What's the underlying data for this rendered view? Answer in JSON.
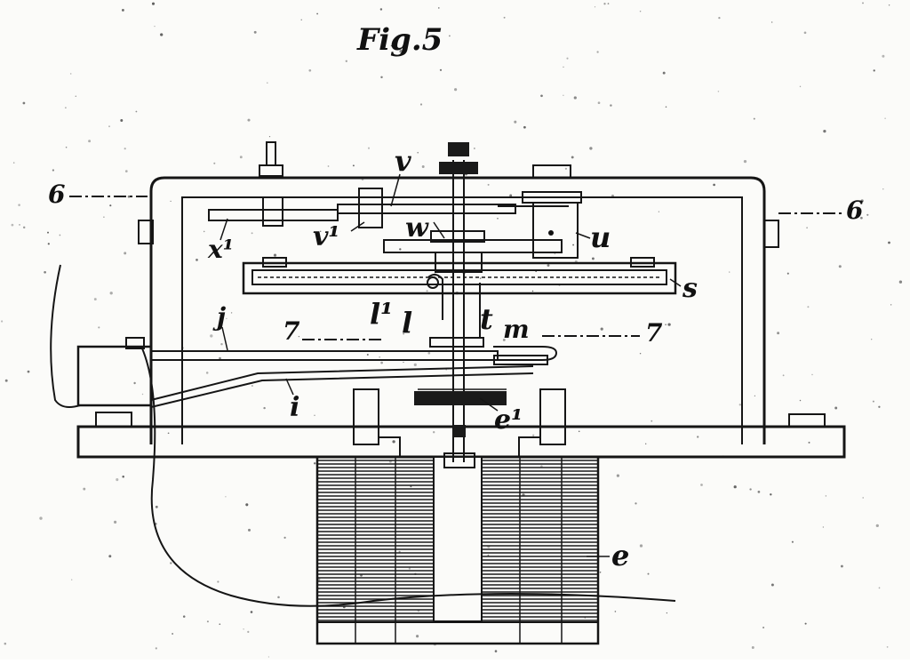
{
  "figure": {
    "title": "Fig.5",
    "labels": {
      "six_left": "6",
      "six_right": "6",
      "v": "v",
      "x1": "x¹",
      "v1": "v¹",
      "w": "w",
      "u": "u",
      "s": "s",
      "l1": "l¹",
      "l": "l",
      "t": "t",
      "m": "m",
      "j": "j",
      "seven_left": "7",
      "seven_right": "7",
      "i": "i",
      "e1": "e¹",
      "e": "e"
    }
  }
}
